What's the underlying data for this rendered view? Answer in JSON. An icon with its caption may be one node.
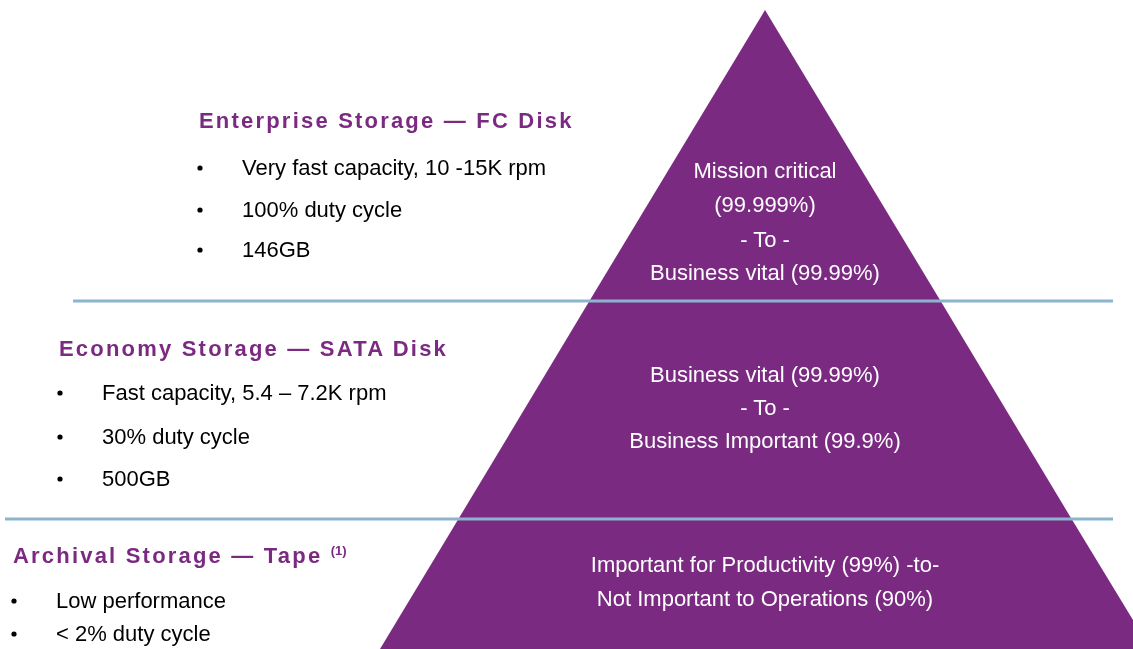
{
  "diagram": {
    "nodes": [
      {
        "text": [
          "Mission critical (99.999%)",
          "- To -",
          "Business vital (99.99%)"
        ]
      },
      {
        "text": [
          "Business vital (99.99%)",
          "- To -",
          "Business Important (99.9%)"
        ]
      },
      {
        "text": [
          "Important for Productivity (99%) -to-",
          "Not Important to Operations (90%)"
        ]
      }
    ],
    "labels": [
      "Enterprise Storage — FC Disk",
      "Very fast capacity, 10 -15K rpm",
      "100% duty cycle",
      "146GB",
      "Economy Storage — SATA Disk",
      "Fast capacity, 5.4 – 7.2K rpm",
      "30% duty cycle",
      "500GB",
      "Archival Storage — Tape $^{(1)}$",
      "Low performance",
      "< 2% duty cycle"
    ]
  }
}
